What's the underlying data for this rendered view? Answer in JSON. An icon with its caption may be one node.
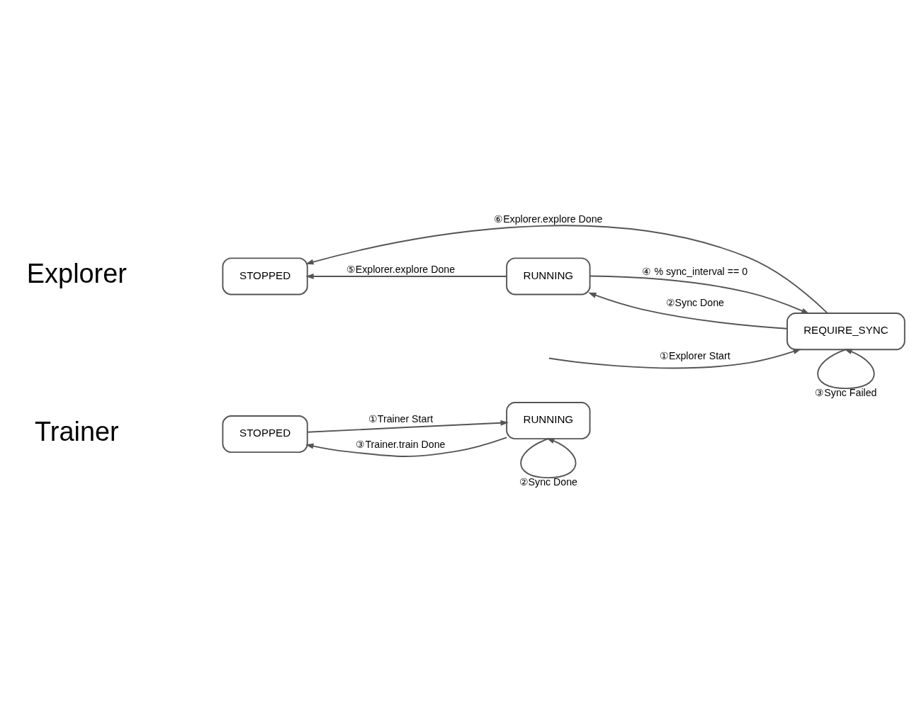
{
  "diagram": {
    "nodes": [
      {
        "text": [
          "STOPPED"
        ]
      },
      {
        "text": [
          "RUNNING"
        ]
      },
      {
        "text": [
          "REQUIRE_SYNC"
        ]
      },
      {
        "text": [
          "STOPPED"
        ]
      },
      {
        "text": [
          "RUNNING"
        ]
      }
    ],
    "edges": [
      {
        "from": 0,
        "to": 1,
        "arrow": "to",
        "label": "①Trainer Start"
      },
      {
        "from": 1,
        "to": 0,
        "arrow": "to",
        "label": "③Trainer.train Done"
      },
      {
        "from": 1,
        "to": 1,
        "arrow": "to",
        "label": "②Sync Done"
      },
      {
        "from": null,
        "to": 2,
        "arrow": "to",
        "label": "①Explorer Start"
      },
      {
        "from": 2,
        "to": 3,
        "arrow": "to",
        "label": "⑥Explorer.explore Done"
      },
      {
        "from": 4,
        "to": 2,
        "arrow": "to",
        "label": "④ % sync_interval == 0"
      },
      {
        "from": 2,
        "to": 4,
        "arrow": "to",
        "label": "②Sync Done"
      },
      {
        "from": 2,
        "to": 2,
        "arrow": "to",
        "label": "③Sync Failed"
      },
      {
        "from": 4,
        "to": 3,
        "arrow": "to",
        "label": "⑤Explorer.explore Done"
      }
    ],
    "labels": [
      "Trainer",
      "Explorer"
    ]
  }
}
